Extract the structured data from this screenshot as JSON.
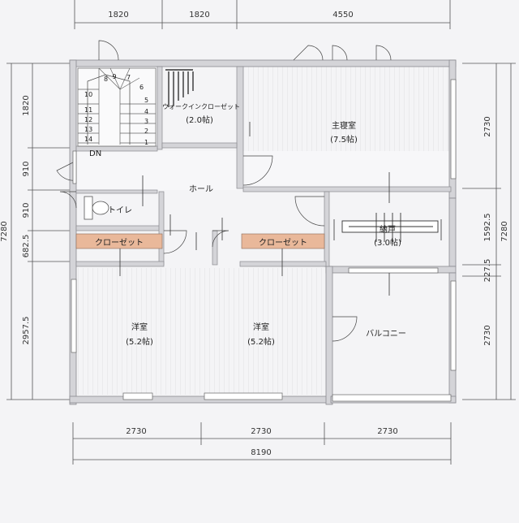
{
  "dimensions": {
    "top": [
      "1820",
      "1820",
      "4550"
    ],
    "bottom": [
      "2730",
      "2730",
      "2730"
    ],
    "bottom_total": "8190",
    "left": [
      "1820",
      "910",
      "910",
      "682.5",
      "2957.5"
    ],
    "left_total": "7280",
    "right": [
      "2730",
      "1592.5",
      "227.5",
      "2730"
    ],
    "right_total": "7280"
  },
  "rooms": {
    "walkin_closet_name": "ウォークインクローゼット",
    "walkin_closet_size": "(2.0帖)",
    "master_bedroom_name": "主寝室",
    "master_bedroom_size": "(7.5帖)",
    "hall": "ホール",
    "toilet": "トイレ",
    "storage_name": "納戸",
    "storage_size": "(3.0帖)",
    "closet_left": "クローゼット",
    "closet_right": "クローゼット",
    "western_left_name": "洋室",
    "western_left_size": "(5.2帖)",
    "western_right_name": "洋室",
    "western_right_size": "(5.2帖)",
    "balcony": "バルコニー",
    "stairs_down": "DN"
  },
  "stair_steps_left": [
    "10",
    "11",
    "12",
    "13",
    "14"
  ],
  "stair_steps_top": [
    "8",
    "7",
    "6"
  ],
  "stair_steps_right": [
    "5",
    "4",
    "3",
    "2",
    "1"
  ],
  "stair_step_9": "9",
  "colors": {
    "wall": "#d4d4d8",
    "wall_edge": "#8a8a90",
    "closet_fill": "#e9b89a",
    "floor_line": "#c9c9ce",
    "background": "#f4f4f6"
  }
}
